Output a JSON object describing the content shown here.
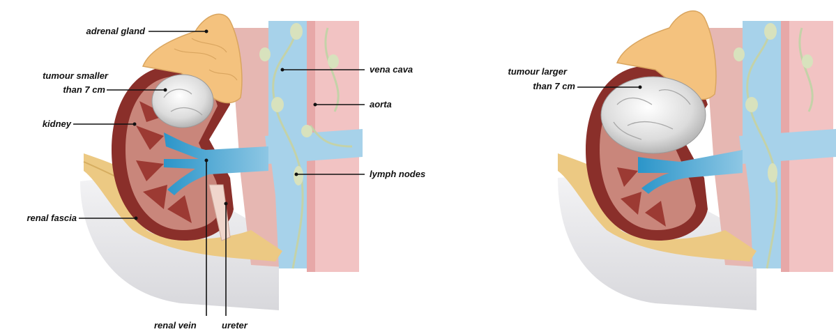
{
  "labels": {
    "adrenal_gland": "adrenal gland",
    "tumour_small_line1": "tumour smaller",
    "tumour_small_line2": "than 7 cm",
    "kidney": "kidney",
    "renal_fascia": "renal fascia",
    "vena_cava": "vena cava",
    "aorta": "aorta",
    "lymph_nodes": "lymph nodes",
    "renal_vein": "renal vein",
    "ureter": "ureter",
    "tumour_large_line1": "tumour larger",
    "tumour_large_line2": "than 7 cm"
  },
  "colors": {
    "adrenal": "#f4c27e",
    "kidney": "#8a2f2a",
    "kidney_inner": "#c9867b",
    "vena_cava": "#a7d2ea",
    "renal_vein": "#3aa7d6",
    "aorta": "#f0b9b9",
    "lymph": "#c4d2a8",
    "fat": "#ecc983",
    "tumour": "#e6e6e6",
    "tissue": "#e9e9ec"
  }
}
